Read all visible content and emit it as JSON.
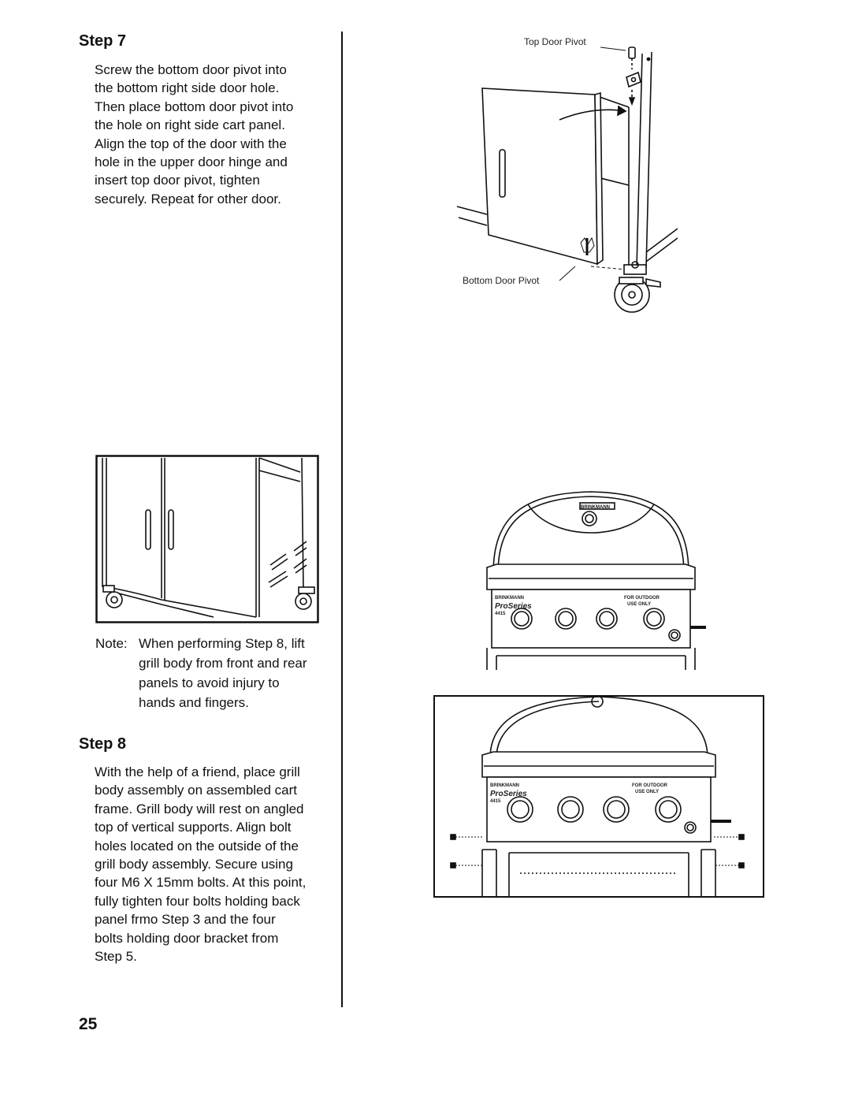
{
  "step7": {
    "heading": "Step 7",
    "lines": [
      "Screw the bottom door pivot into",
      "the bottom right side door hole.",
      "Then place bottom door pivot into",
      "the hole on right side cart panel.",
      "Align the top of the door with the",
      "hole in the upper door hinge and",
      "insert top door pivot, tighten",
      "securely. Repeat for other door."
    ]
  },
  "figure1": {
    "top_label": "Top Door Pivot",
    "bottom_label": "Bottom Door Pivot"
  },
  "note": {
    "label": "Note:",
    "lines": [
      "When performing Step 8, lift",
      "grill body from front and rear",
      "panels to avoid injury to",
      "hands and fingers."
    ]
  },
  "step8": {
    "heading": "Step 8",
    "lines": [
      "With the help of a friend, place grill",
      "body assembly on assembled cart",
      "frame. Grill body will rest on angled",
      "top of vertical supports. Align bolt",
      "holes located on the outside of the",
      "grill body assembly. Secure using",
      "four M6 X 15mm bolts. At this point,",
      "fully tighten four bolts holding back",
      "panel frmo Step 3 and the four",
      "bolts holding door bracket from",
      "Step 5."
    ]
  },
  "grill_panel": {
    "brand": "BRINKMANN",
    "series": "ProSeries",
    "model": "4415",
    "outdoor_line1": "FOR OUTDOOR",
    "outdoor_line2": "USE ONLY"
  },
  "page_number": "25"
}
